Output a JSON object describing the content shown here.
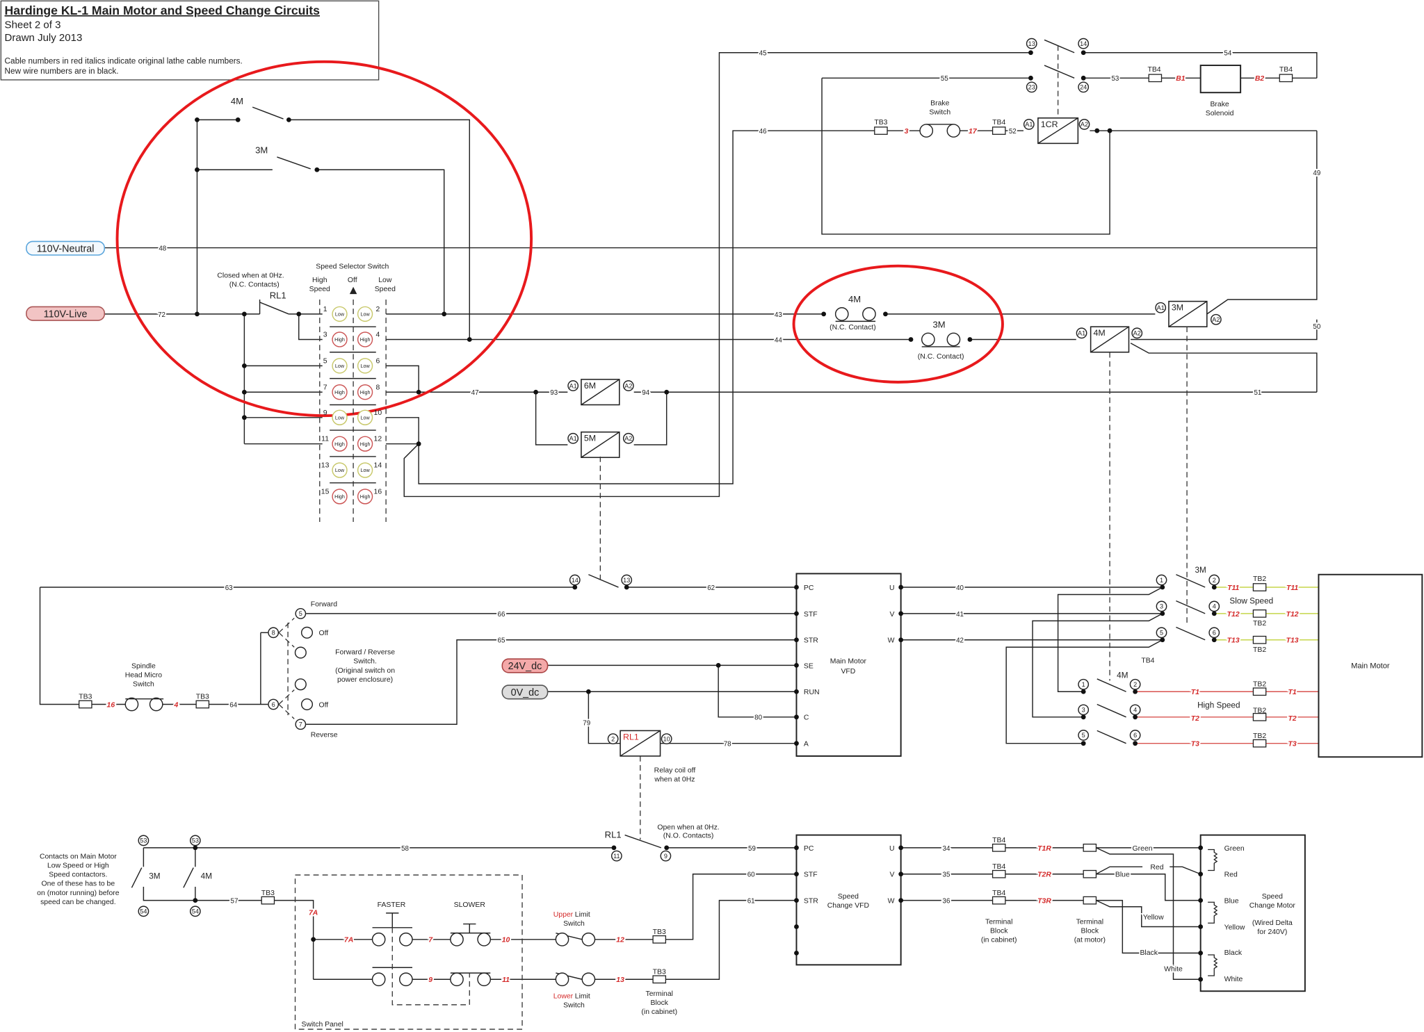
{
  "title": {
    "heading": "Hardinge KL-1 Main Motor and Speed Change Circuits",
    "sheet": "Sheet 2 of 3",
    "drawn": "Drawn July 2013",
    "note1": "Cable numbers in red italics indicate original lathe cable numbers.",
    "note2": "New wire numbers are in black."
  },
  "supplies": {
    "neutral": "110V-Neutral",
    "live": "110V-Live",
    "dc24": "24V_dc",
    "dc0": "0V_dc"
  },
  "wires": {
    "n48": "48",
    "n72": "72",
    "n45": "45",
    "n55": "55",
    "n53": "53",
    "n54": "54",
    "n46": "46",
    "n52": "52",
    "n49": "49",
    "n43": "43",
    "n44": "44",
    "n50": "50",
    "n47": "47",
    "n93": "93",
    "n94": "94",
    "n51": "51",
    "n63": "63",
    "n62": "62",
    "n66": "66",
    "n65": "65",
    "n64": "64",
    "n80": "80",
    "n79": "79",
    "n78": "78",
    "n40": "40",
    "n41": "41",
    "n42": "42",
    "n58": "58",
    "n59": "59",
    "n57": "57",
    "n60": "60",
    "n61": "61",
    "n34": "34",
    "n35": "35",
    "n36": "36"
  },
  "cables": {
    "c3": "3",
    "c17": "17",
    "B1": "B1",
    "B2": "B2",
    "c16": "16",
    "c4": "4",
    "c7A": "7A",
    "c7": "7",
    "c10": "10",
    "c12": "12",
    "c9": "9",
    "c11": "11",
    "c13": "13",
    "T11": "T11",
    "T12": "T12",
    "T13": "T13",
    "T1": "T1",
    "T2": "T2",
    "T3": "T3",
    "T1R": "T1R",
    "T2R": "T2R",
    "T3R": "T3R"
  },
  "terminals": {
    "t1": "1",
    "t2": "2",
    "t3": "3",
    "t4": "4",
    "t5": "5",
    "t6": "6",
    "t7": "7",
    "t8": "8",
    "t9": "9",
    "t10": "10",
    "t11": "11",
    "t13": "13",
    "t14": "14",
    "t23": "23",
    "t24": "24",
    "t53": "53",
    "t54": "54",
    "A1": "A1",
    "A2": "A2"
  },
  "selector": {
    "title": "Speed Selector Switch",
    "high_speed": [
      "High",
      "Speed"
    ],
    "off": "Off",
    "low_speed": [
      "Low",
      "Speed"
    ],
    "positions": [
      "1",
      "2",
      "3",
      "4",
      "5",
      "6",
      "7",
      "8",
      "9",
      "10",
      "11",
      "12",
      "13",
      "14",
      "15",
      "16"
    ],
    "low": "Low",
    "high": "High"
  },
  "labels": {
    "m4": "4M",
    "m3": "3M",
    "rl1": "RL1",
    "cr1": "1CR",
    "m6": "6M",
    "m5": "5M",
    "closed_note": [
      "Closed when at 0Hz.",
      "(N.C. Contacts)"
    ],
    "nc_contact": "(N.C. Contact)",
    "brake_switch": [
      "Brake",
      "Switch"
    ],
    "brake_solenoid": [
      "Brake",
      "Solenoid"
    ],
    "tb2": "TB2",
    "tb3": "TB3",
    "tb4": "TB4",
    "vfd_pins": {
      "pc": "PC",
      "stf": "STF",
      "str": "STR",
      "se": "SE",
      "run": "RUN",
      "c": "C",
      "a": "A",
      "u": "U",
      "v": "V",
      "w": "W"
    },
    "main_vfd": [
      "Main Motor",
      "VFD"
    ],
    "slow_speed": "Slow Speed",
    "high_speed": "High Speed",
    "main_motor": "Main Motor",
    "spindle": [
      "Spindle",
      "Head Micro",
      "Switch"
    ],
    "forward": "Forward",
    "reverse": "Reverse",
    "off": "Off",
    "fr_switch": [
      "Forward / Reverse",
      "Switch.",
      "(Original switch on",
      "power enclosure)"
    ],
    "relay_note": [
      "Relay coil off",
      "when at 0Hz"
    ],
    "open_note": [
      "Open when at 0Hz.",
      "(N.O. Contacts)"
    ],
    "contacts_note": [
      "Contacts on Main Motor",
      "Low Speed or High",
      "Speed contactors.",
      "One of these has to be",
      "on (motor running) before",
      "speed can be changed."
    ],
    "switch_panel": "Switch Panel",
    "faster": "FASTER",
    "slower": "SLOWER",
    "upper": "Upper",
    "lower": "Lower",
    "limit": "Limit",
    "switch": "Switch",
    "tb_cabinet": [
      "Terminal",
      "Block",
      "(in cabinet)"
    ],
    "tb_motor": [
      "Terminal",
      "Block",
      "(at motor)"
    ],
    "speed_vfd": [
      "Speed",
      "Change VFD"
    ],
    "speed_motor": [
      "Speed",
      "Change Motor",
      "(Wired Delta",
      "for 240V)"
    ],
    "wire_colors": {
      "green": "Green",
      "red": "Red",
      "blue": "Blue",
      "yellow": "Yellow",
      "black": "Black",
      "white": "White"
    }
  },
  "colors": {
    "annotation_circle": "#e8191c",
    "cable_number": "#d42a2a",
    "slow_speed_wire": "#c5d64a",
    "high_speed_wire": "#d9534f",
    "neutral_pill_border": "#5aa5dc",
    "live_pill_fill": "#f2c4c4",
    "dc24_pill_fill": "#f4a9a9",
    "dc0_pill_fill": "#dddddd"
  }
}
